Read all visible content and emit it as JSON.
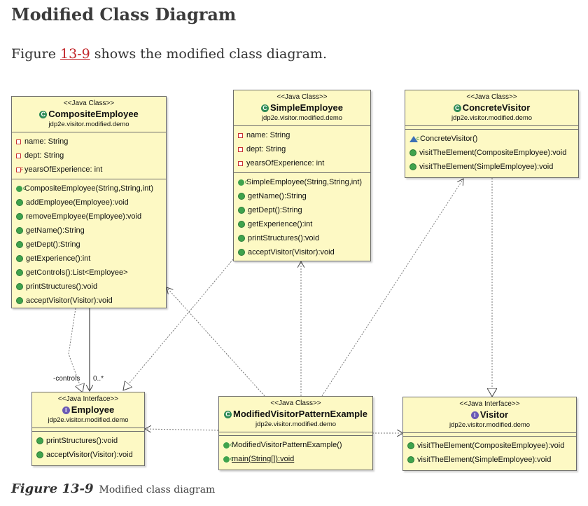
{
  "heading": "Modified Class Diagram",
  "intro": {
    "prefix": "Figure ",
    "link": "13-9",
    "suffix": " shows the modified class diagram."
  },
  "classes": {
    "composite": {
      "stereotype": "<<Java Class>>",
      "name": "CompositeEmployee",
      "package": "jdp2e.visitor.modified.demo",
      "fields": [
        "name: String",
        "dept: String",
        "yearsOfExperience: int"
      ],
      "methods": [
        "CompositeEmployee(String,String,int)",
        "addEmployee(Employee):void",
        "removeEmployee(Employee):void",
        "getName():String",
        "getDept():String",
        "getExperience():int",
        "getControls():List<Employee>",
        "printStructures():void",
        "acceptVisitor(Visitor):void"
      ]
    },
    "simple": {
      "stereotype": "<<Java Class>>",
      "name": "SimpleEmployee",
      "package": "jdp2e.visitor.modified.demo",
      "fields": [
        "name: String",
        "dept: String",
        "yearsOfExperience: int"
      ],
      "methods": [
        "SimpleEmployee(String,String,int)",
        "getName():String",
        "getDept():String",
        "getExperience():int",
        "printStructures():void",
        "acceptVisitor(Visitor):void"
      ]
    },
    "concrete": {
      "stereotype": "<<Java Class>>",
      "name": "ConcreteVisitor",
      "package": "jdp2e.visitor.modified.demo",
      "methods": [
        "ConcreteVisitor()",
        "visitTheElement(CompositeEmployee):void",
        "visitTheElement(SimpleEmployee):void"
      ]
    },
    "employee": {
      "stereotype": "<<Java Interface>>",
      "name": "Employee",
      "package": "jdp2e.visitor.modified.demo",
      "methods": [
        "printStructures():void",
        "acceptVisitor(Visitor):void"
      ]
    },
    "example": {
      "stereotype": "<<Java Class>>",
      "name": "ModifiedVisitorPatternExample",
      "package": "jdp2e.visitor.modified.demo",
      "methods": [
        "ModifiedVisitorPatternExample()",
        "main(String[]):void"
      ]
    },
    "visitor": {
      "stereotype": "<<Java Interface>>",
      "name": "Visitor",
      "package": "jdp2e.visitor.modified.demo",
      "methods": [
        "visitTheElement(CompositeEmployee):void",
        "visitTheElement(SimpleEmployee):void"
      ]
    }
  },
  "association": {
    "role": "-controls",
    "multiplicity": "0..*"
  },
  "caption": {
    "figure": "Figure 13-9",
    "text": "Modified class diagram"
  },
  "colors": {
    "box_fill": "#fdf9c4",
    "link": "#c2252a",
    "method_icon": "#3fa34d",
    "field_icon": "#c83232"
  }
}
